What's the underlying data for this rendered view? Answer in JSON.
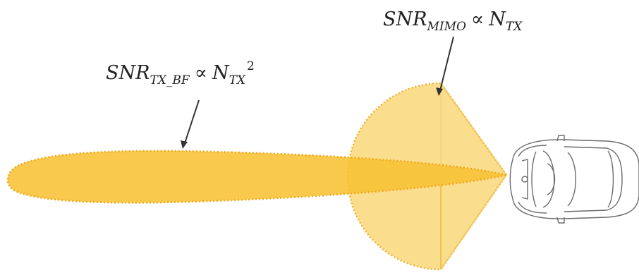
{
  "labels": {
    "tx_bf": {
      "base": "SNR",
      "sub": "TX_BF",
      "relation": "∝",
      "rhs_base": "N",
      "rhs_sub": "TX",
      "rhs_sup": "2"
    },
    "mimo": {
      "base": "SNR",
      "sub": "MIMO",
      "relation": "∝",
      "rhs_base": "N",
      "rhs_sub": "TX"
    }
  },
  "colors": {
    "beam_fill": "#F7C233",
    "beam_edge": "#EDA91A",
    "sector_fill": "#FAD77A",
    "sector_edge": "#EDB230",
    "car_outline": "#6b6b6b",
    "arrow": "#333333"
  },
  "icons": {
    "vehicle": "car-top-view-icon"
  }
}
